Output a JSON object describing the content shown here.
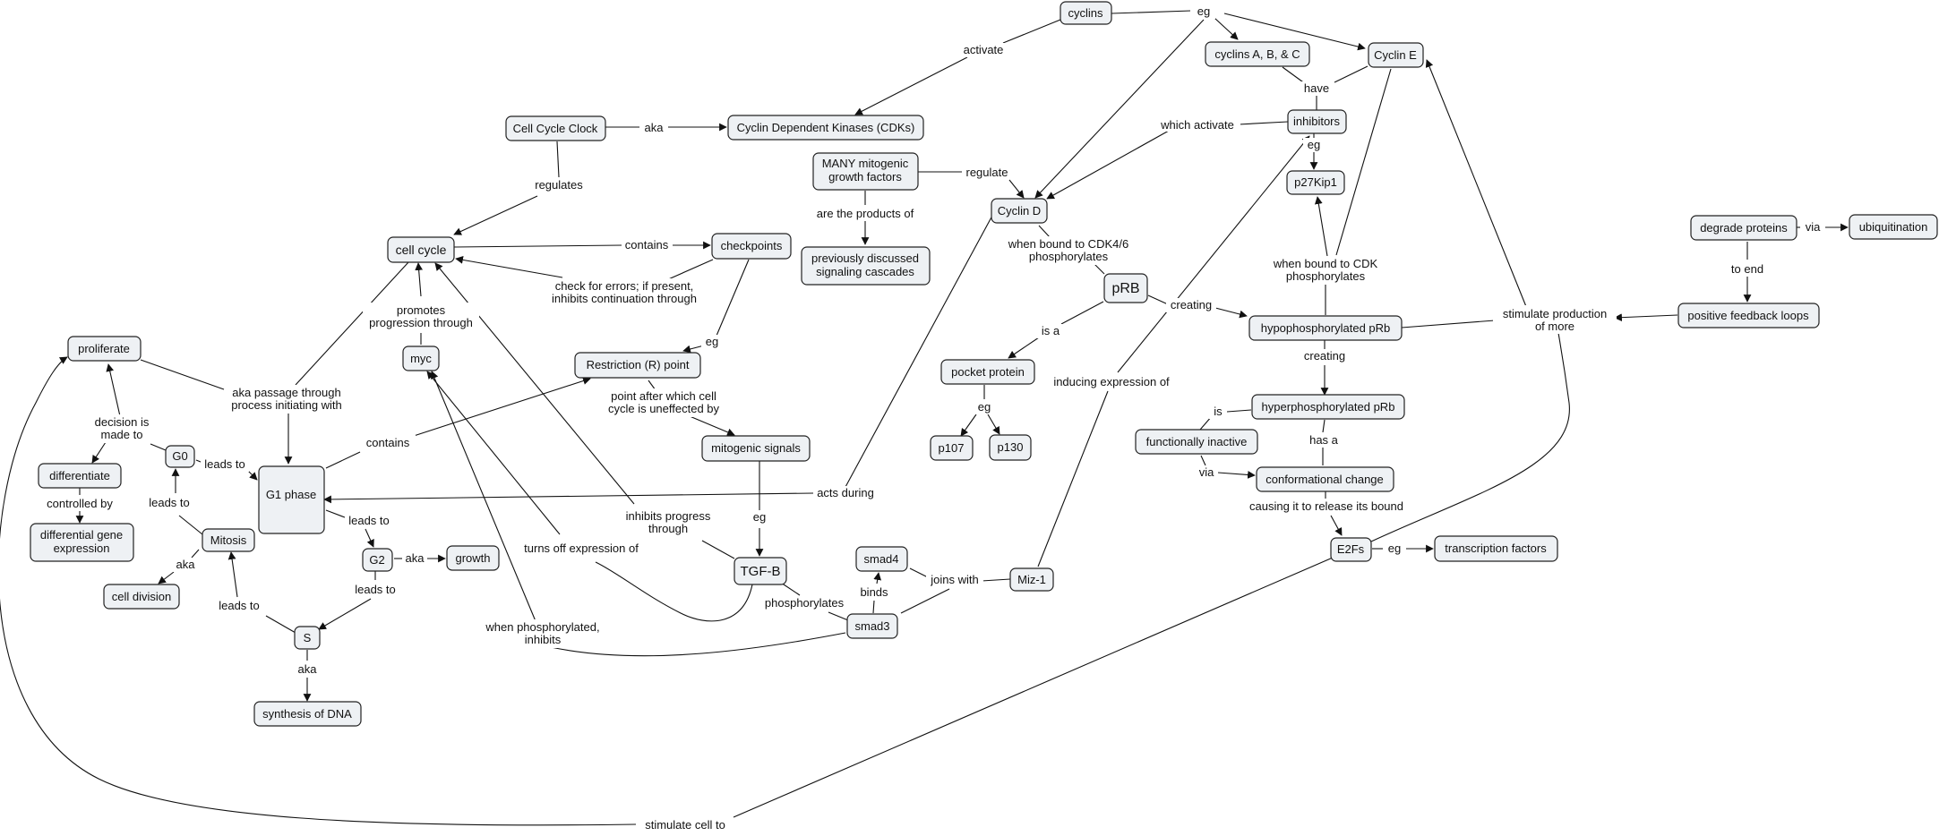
{
  "nodes": {
    "cyclins": "cyclins",
    "cyclins_abc": "cyclins A, B, & C",
    "cyclin_e": "Cyclin E",
    "cell_cycle_clock": "Cell Cycle Clock",
    "cdks": "Cyclin Dependent Kinases (CDKs)",
    "mitogenic_factors": [
      "MANY mitogenic",
      "growth factors"
    ],
    "inhibitors": "inhibitors",
    "p27kip1": "p27Kip1",
    "cyclin_d": "Cyclin D",
    "cell_cycle": "cell cycle",
    "checkpoints": "checkpoints",
    "signaling_cascades": [
      "previously discussed",
      "signaling cascades"
    ],
    "degrade_proteins": "degrade proteins",
    "ubiquitination": "ubiquitination",
    "prb": "pRB",
    "hypophosphorylated_prb": "hypophosphorylated pRb",
    "positive_feedback_loops": "positive feedback loops",
    "proliferate": "proliferate",
    "myc": "myc",
    "restriction_point": "Restriction (R) point",
    "pocket_protein": "pocket protein",
    "hyperphosphorylated_prb": "hyperphosphorylated pRb",
    "g0": "G0",
    "differentiate": "differentiate",
    "g1_phase": "G1 phase",
    "mitogenic_signals": "mitogenic signals",
    "p107": "p107",
    "p130": "p130",
    "functionally_inactive": "functionally inactive",
    "conformational_change": "conformational change",
    "differential_gene_expression": [
      "differential gene",
      "expression"
    ],
    "mitosis": "Mitosis",
    "g2": "G2",
    "growth": "growth",
    "tgf_b": "TGF-B",
    "smad4": "smad4",
    "miz1": "Miz-1",
    "e2fs": "E2Fs",
    "transcription_factors": "transcription factors",
    "cell_division": "cell division",
    "smad3": "smad3",
    "s": "S",
    "synthesis_of_dna": "synthesis of DNA"
  },
  "links": {
    "eg_cyclins": "eg",
    "activate": "activate",
    "aka_clock": "aka",
    "have": "have",
    "which_activate": "which activate",
    "eg_inhibitors": "eg",
    "regulate": "regulate",
    "regulates": "regulates",
    "are_products_of": "are the products of",
    "contains_checkpoints": "contains",
    "check_for_errors": [
      "check for errors; if present,",
      "inhibits continuation through"
    ],
    "eg_checkpoints": "eg",
    "when_bound_cdk46": [
      "when bound to CDK4/6",
      "phosphorylates"
    ],
    "when_bound_cdk": [
      "when bound to CDK",
      "phosphorylates"
    ],
    "via_ubiquitination": "via",
    "to_end": "to end",
    "creating_hypo": "creating",
    "stimulate_production": [
      "stimulate production",
      "of more"
    ],
    "promotes_progression": [
      "promotes",
      "progression through"
    ],
    "is_a": "is a",
    "aka_passage": [
      "aka passage through",
      "process initiating with"
    ],
    "inducing_expression": "inducing expression of",
    "point_after": [
      "point after which cell",
      "cycle is uneffected by"
    ],
    "creating_hyper": "creating",
    "decision_made": [
      "decision is",
      "made to"
    ],
    "leads_to_g1": "leads to",
    "contains_r": "contains",
    "eg_pocket": "eg",
    "is_inactive": "is",
    "has_a": "has a",
    "controlled_by": "controlled by",
    "leads_to_g0": "leads to",
    "via_conf": "via",
    "acts_during": "acts during",
    "leads_to_g2": "leads to",
    "eg_mitogenic": "eg",
    "inhibits_progress": [
      "inhibits progress",
      "through"
    ],
    "causing_release": "causing it to release its bound",
    "aka_growth": "aka",
    "turns_off": "turns off expression of",
    "eg_e2fs": "eg",
    "aka_division": "aka",
    "binds": "binds",
    "joins_with": "joins with",
    "leads_to_s": "leads to",
    "leads_to_mitosis": "leads to",
    "phosphorylates": "phosphorylates",
    "when_phosphorylated": [
      "when phosphorylated,",
      "inhibits"
    ],
    "aka_dna": "aka",
    "stimulate_cell_to": "stimulate cell to"
  }
}
